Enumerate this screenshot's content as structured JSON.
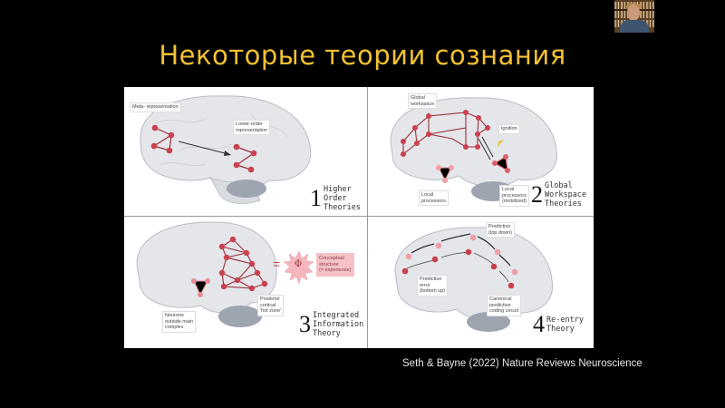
{
  "slide": {
    "title": "Некоторые теории сознания",
    "citation": "Seth & Bayne (2022) Nature Reviews Neuroscience"
  },
  "webcam": {
    "description": "presenter video thumbnail"
  },
  "panels": [
    {
      "number": "1",
      "caption": "Higher\nOrder\nTheories",
      "labels": [
        "Meta-\nrepresentation",
        "Lower-order\nrepresentation"
      ]
    },
    {
      "number": "2",
      "caption": "Global\nWorkspace\nTheories",
      "labels": [
        "Global\nworkspace",
        "Ignition",
        "Local\nprocessors",
        "Local\nprocessors\n(mobilized)"
      ]
    },
    {
      "number": "3",
      "caption": "Integrated\nInformation\nTheory",
      "labels": [
        "Neurons\noutside main\ncomplex",
        "Posterior\ncortical\n'hot zone'",
        "Conceptual\nstructure\n(= experience)"
      ],
      "symbol": "Φ",
      "equals": "="
    },
    {
      "number": "4",
      "caption": "Re-entry\nTheory",
      "labels": [
        "Prediction\n(top down)",
        "Prediction\nerror\n(bottom up)",
        "Canonical\npredictive\ncoding circuit"
      ]
    }
  ],
  "colors": {
    "title": "#f2c230",
    "node": "#c8414f",
    "node_light": "#f0a0a8",
    "edge": "#9b2f3a",
    "brain": "#e4e6ea",
    "brain_stroke": "#b8bcc4",
    "cerebellum": "#9ea4b0"
  }
}
